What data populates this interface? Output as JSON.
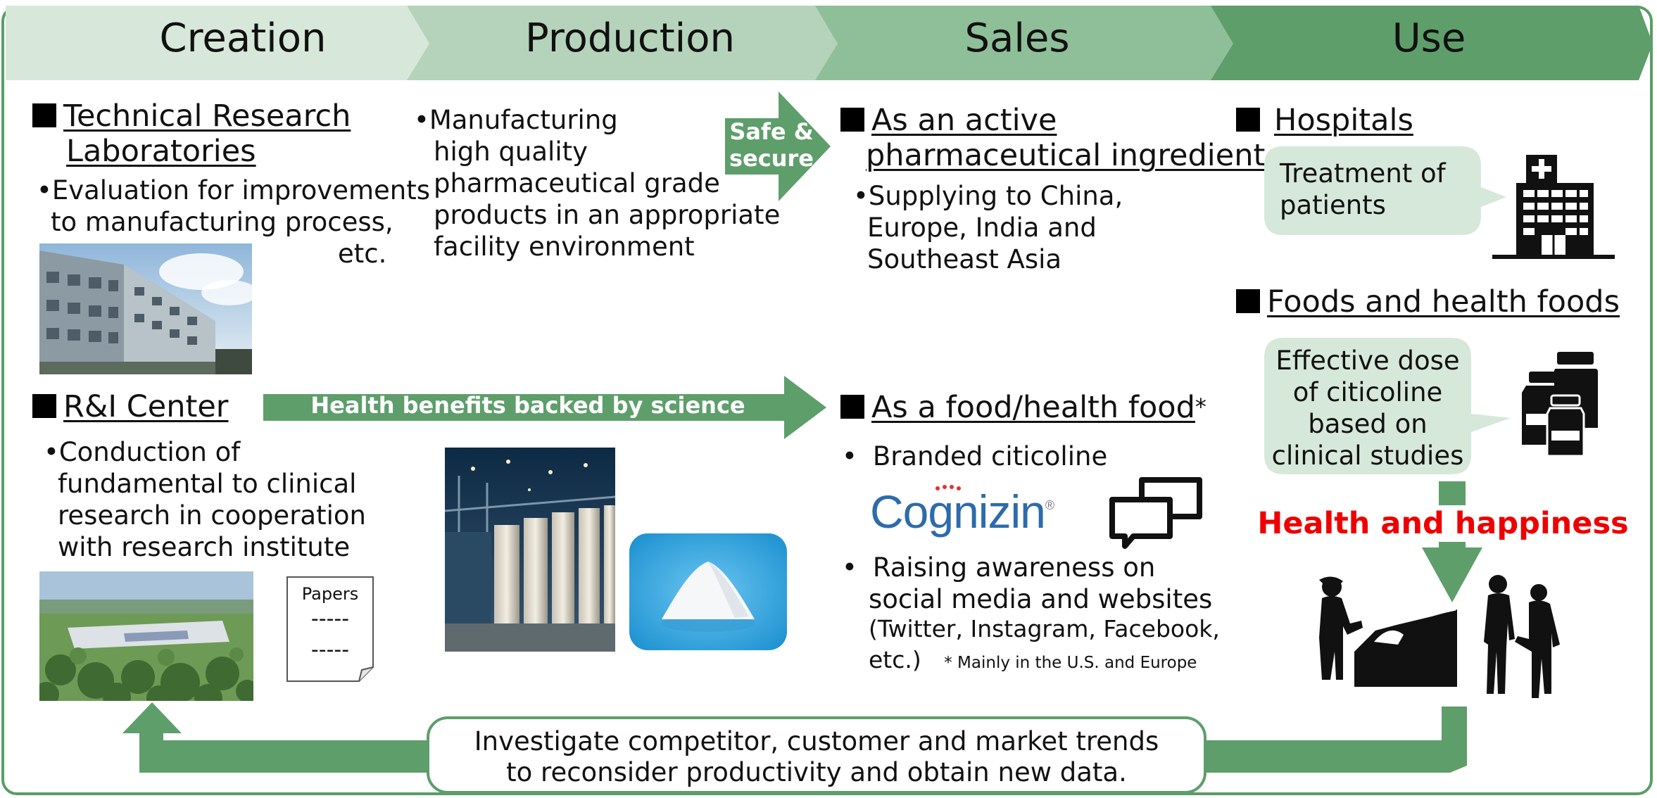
{
  "stages": {
    "creation": "Creation",
    "production": "Production",
    "sales": "Sales",
    "use": "Use"
  },
  "creation": {
    "labs_title_line1": "Technical Research",
    "labs_title_line2": "Laboratories",
    "labs_bullet_line1": "Evaluation for improvements",
    "labs_bullet_line2": "to manufacturing process,",
    "labs_bullet_line3": "etc.",
    "ri_title": "R&I Center",
    "ri_bullet_line1": "Conduction of",
    "ri_bullet_line2": "fundamental to clinical",
    "ri_bullet_line3": "research in cooperation",
    "ri_bullet_line4": "with research institute",
    "papers_label": "Papers",
    "papers_line": "-----"
  },
  "production": {
    "mfg_line1": "Manufacturing",
    "mfg_line2": "high  quality",
    "mfg_line3": "pharmaceutical grade",
    "mfg_line4": "products in an appropriate",
    "mfg_line5": "facility environment"
  },
  "arrows": {
    "safe_line1": "Safe &",
    "safe_line2": "secure",
    "health_benefits": "Health benefits backed by science"
  },
  "sales": {
    "api_title_line1": "As an active",
    "api_title_line2": "pharmaceutical ingredient",
    "api_bullet_line1": "Supplying to China,",
    "api_bullet_line2": "Europe, India and",
    "api_bullet_line3": "Southeast Asia",
    "food_title": "As a food/health food",
    "food_title_star": "*",
    "branded": "Branded citicoline",
    "brand_logo": "Cognizin",
    "brand_mark": "®",
    "aware_line1": "Raising awareness on",
    "aware_line2": "social media and websites",
    "aware_line3": "(Twitter, Instagram, Facebook,",
    "aware_line4": "etc.)",
    "footnote": "* Mainly in the U.S. and Europe"
  },
  "use": {
    "hospitals_title": "Hospitals",
    "hospitals_bubble_line1": "Treatment of",
    "hospitals_bubble_line2": "patients",
    "foods_title": "Foods and health foods",
    "foods_bubble_line1": "Effective dose",
    "foods_bubble_line2": "of citicoline",
    "foods_bubble_line3": "based on",
    "foods_bubble_line4": "clinical studies",
    "health_happiness": "Health and happiness"
  },
  "feedback": {
    "line1": "Investigate competitor, customer and market trends",
    "line2": "to reconsider productivity and obtain new data."
  },
  "bullet_char": "•",
  "colors": {
    "stage1": "#d7e8da",
    "stage2": "#b5d3bb",
    "stage3": "#8fbf99",
    "stage4": "#5e9e6b",
    "arrow": "#5e9e6b",
    "bubble": "#d6e8d9",
    "accent_red": "#ee0000"
  },
  "icons": [
    "hospital-icon",
    "medicine-bottles-icon",
    "chat-bubbles-icon",
    "papers-icon",
    "patient-care-silhouette-icon",
    "couple-walking-silhouette-icon"
  ]
}
